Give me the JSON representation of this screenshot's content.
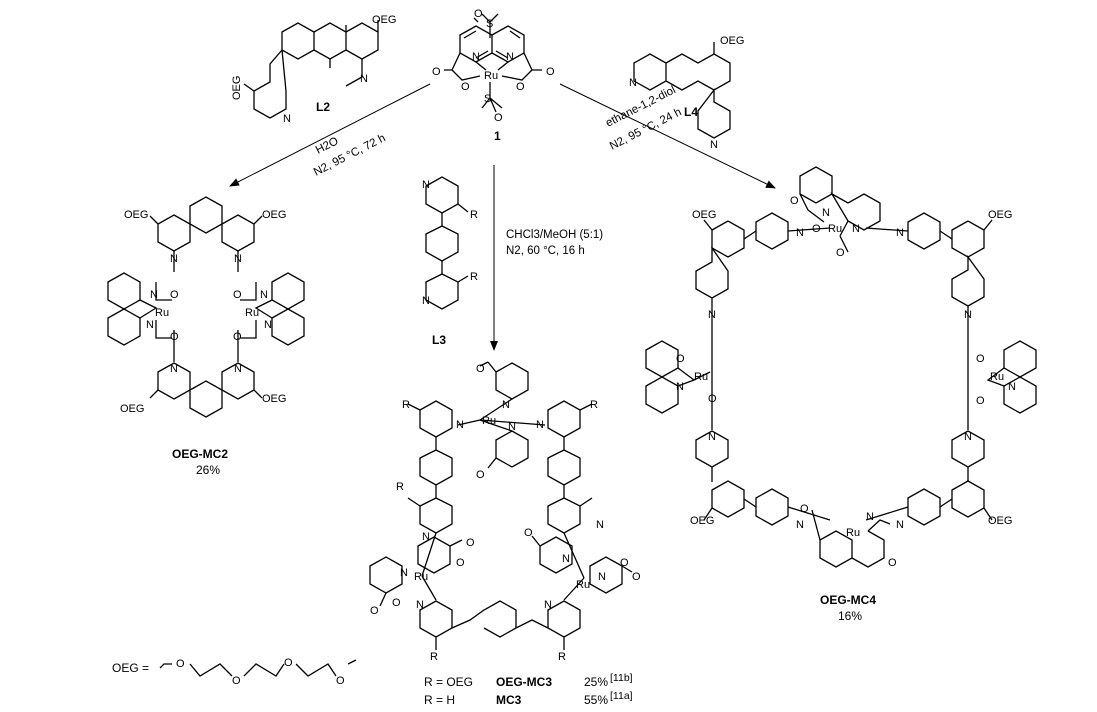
{
  "compounds": {
    "c1": "1",
    "l2": "L2",
    "l3": "L3",
    "l4": "L4",
    "mc2": "OEG-MC2",
    "mc2_yield": "26%",
    "mc4": "OEG-MC4",
    "mc4_yield": "16%"
  },
  "conditions": {
    "left_1": "H2O",
    "left_2": "N2, 95 °C, 72 h",
    "mid_1": "CHCl3/MeOH (5:1)",
    "mid_2": "N2, 60 °C, 16 h",
    "right_1": "ethane-1,2-diol",
    "right_2": "N2, 95 °C, 24 h"
  },
  "atoms": {
    "ru": "Ru",
    "n": "N",
    "o": "O",
    "s": "S",
    "oeg": "OEG",
    "r": "R"
  },
  "legend": {
    "oeg_def": "OEG ="
  },
  "results": [
    {
      "r": "R = OEG",
      "name": "OEG-MC3",
      "yield": "25%",
      "ref": "[11b]"
    },
    {
      "r": "R = H",
      "name": "MC3",
      "yield": "55%",
      "ref": "[11a]"
    }
  ]
}
